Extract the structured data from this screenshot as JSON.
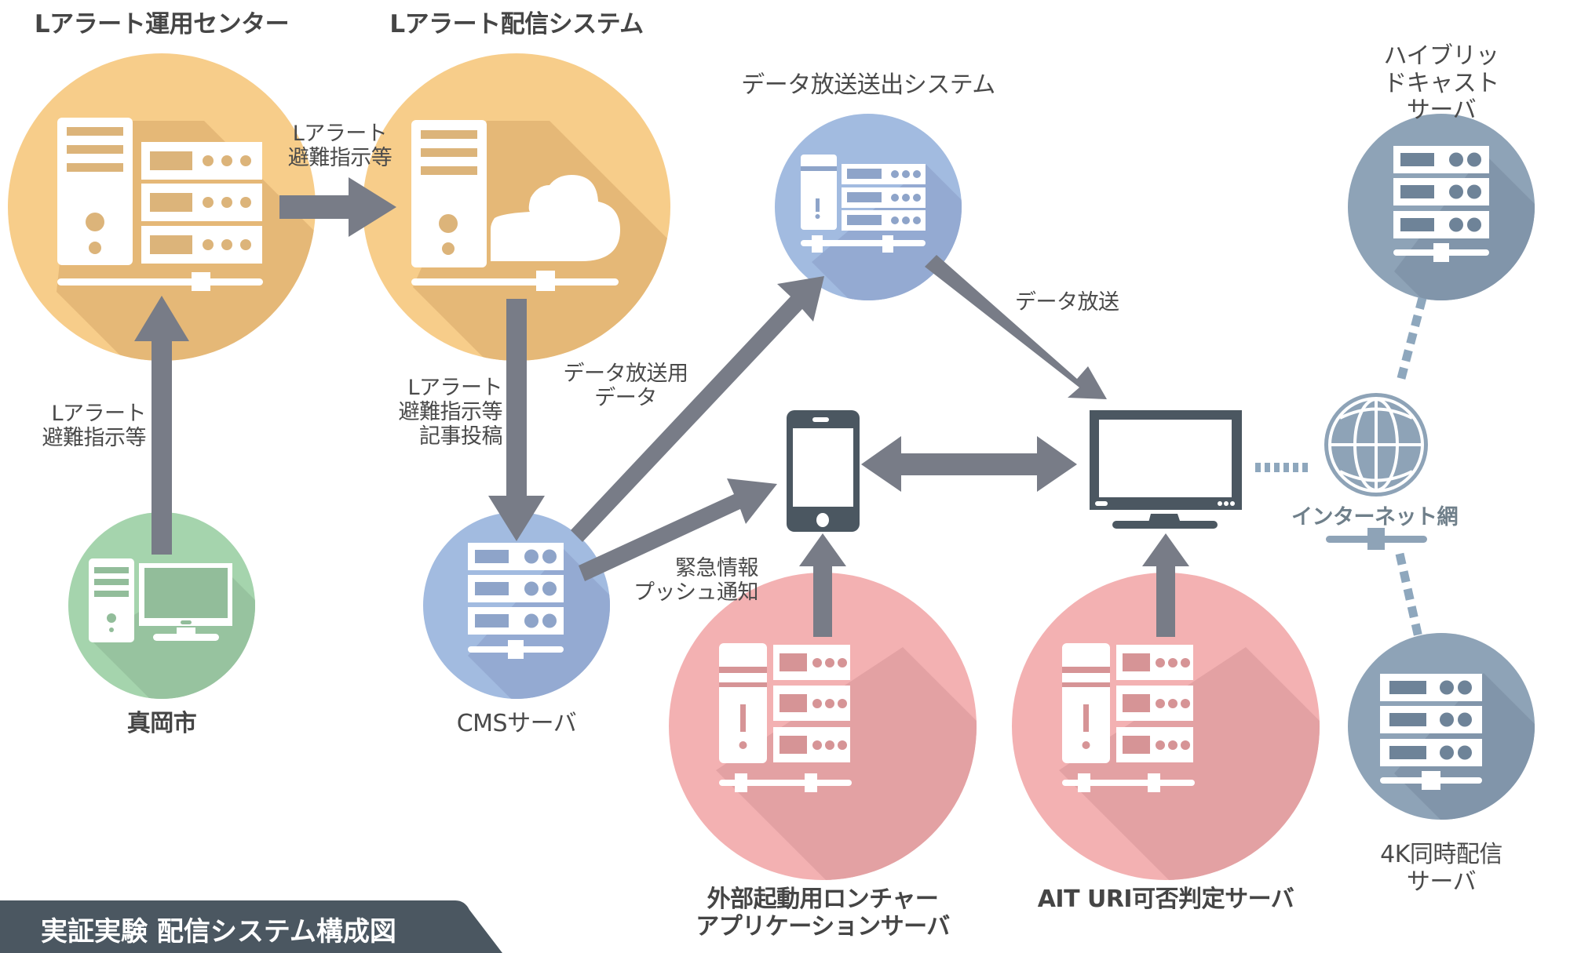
{
  "diagram_title": "実証実験 配信システム構成図",
  "colors": {
    "orange": "#f7cd8a",
    "orange_shadow": "#e5b877",
    "orange_slot": "#dcb47a",
    "blue": "#a2bbe0",
    "blue_shadow": "#94aad2",
    "blue_slot": "#8ea4c9",
    "green": "#a5d4ad",
    "green_shadow": "#97c39f",
    "green_slot": "#92bd9a",
    "pink": "#f3b1b2",
    "pink_shadow": "#e3a1a3",
    "pink_slot": "#d69496",
    "slate": "#8ea3b7",
    "slate_shadow": "#8195aa",
    "slate_slot": "#6e8398",
    "arrow": "#787c87",
    "device": "#4b5761",
    "dotted": "#8ea7bd",
    "caption_bg": "#4b5761",
    "text": "#4a4a4a"
  },
  "nodes": [
    {
      "id": "alert-center",
      "label": "Lアラート運用センター",
      "icon": "server-tower-rack-icon",
      "color": "orange"
    },
    {
      "id": "alert-delivery",
      "label": "Lアラート配信システム",
      "icon": "server-cloud-icon",
      "color": "orange"
    },
    {
      "id": "data-broadcast-tx",
      "label": "データ放送送出システム",
      "icon": "server-tower-rack-icon",
      "color": "blue"
    },
    {
      "id": "hybridcast-server",
      "label": "ハイブリッドキャスト\nサーバ",
      "icon": "server-rack-icon",
      "color": "slate"
    },
    {
      "id": "moka-city",
      "label": "真岡市",
      "icon": "desktop-computer-icon",
      "color": "green"
    },
    {
      "id": "cms-server",
      "label": "CMSサーバ",
      "icon": "server-rack-icon",
      "color": "blue"
    },
    {
      "id": "launcher-app-server",
      "label": "外部起動用ロンチャー\nアプリケーションサーバ",
      "icon": "server-tower-rack-icon",
      "color": "pink"
    },
    {
      "id": "ait-uri-server",
      "label": "AIT URI可否判定サーバ",
      "icon": "server-tower-rack-icon",
      "color": "pink"
    },
    {
      "id": "4k-server",
      "label": "4K同時配信\nサーバ",
      "icon": "server-rack-icon",
      "color": "slate"
    },
    {
      "id": "smartphone",
      "label": "",
      "icon": "smartphone-icon",
      "color": "device"
    },
    {
      "id": "television",
      "label": "",
      "icon": "television-icon",
      "color": "device"
    },
    {
      "id": "internet",
      "label": "インターネット網",
      "icon": "globe-icon",
      "color": "slate"
    }
  ],
  "edges": [
    {
      "from": "alert-center",
      "to": "alert-delivery",
      "label": "Lアラート\n避難指示等",
      "style": "arrow"
    },
    {
      "from": "moka-city",
      "to": "alert-center",
      "label": "Lアラート\n避難指示等",
      "style": "arrow"
    },
    {
      "from": "alert-delivery",
      "to": "cms-server",
      "label": "Lアラート\n避難指示等\n記事投稿",
      "style": "arrow"
    },
    {
      "from": "cms-server",
      "to": "data-broadcast-tx",
      "label": "データ放送用\nデータ",
      "style": "arrow"
    },
    {
      "from": "cms-server",
      "to": "smartphone",
      "label": "緊急情報\nプッシュ通知",
      "style": "arrow"
    },
    {
      "from": "data-broadcast-tx",
      "to": "television",
      "label": "データ放送",
      "style": "arrow"
    },
    {
      "from": "smartphone",
      "to": "television",
      "label": "",
      "style": "double-arrow"
    },
    {
      "from": "launcher-app-server",
      "to": "smartphone",
      "label": "",
      "style": "arrow"
    },
    {
      "from": "ait-uri-server",
      "to": "television",
      "label": "",
      "style": "arrow"
    },
    {
      "from": "television",
      "to": "internet",
      "label": "",
      "style": "dotted"
    },
    {
      "from": "hybridcast-server",
      "to": "internet",
      "label": "",
      "style": "dotted"
    },
    {
      "from": "internet",
      "to": "4k-server",
      "label": "",
      "style": "dotted"
    }
  ]
}
